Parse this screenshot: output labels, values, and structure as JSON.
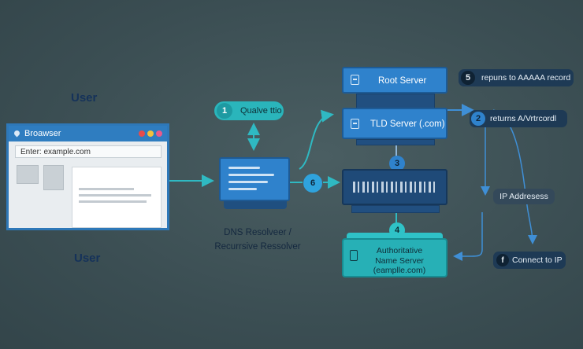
{
  "labels": {
    "user_top": "User",
    "user_bottom": "User"
  },
  "browser": {
    "title": "Broawser",
    "address": "Enter: example.com"
  },
  "steps": {
    "step1": {
      "number": "1",
      "label": "Qualve ttio"
    },
    "step2": {
      "number": "2",
      "label": "returns A/Vrtrcordl"
    },
    "step3": {
      "number": "3"
    },
    "step4": {
      "number": "4"
    },
    "step5": {
      "number": "5",
      "label": "repuns to AAAAA record"
    },
    "step6": {
      "number": "6"
    },
    "ip_address": "IP Addresess",
    "connect": {
      "icon_letter": "f",
      "label": "Connect to IP"
    }
  },
  "resolver": {
    "line1": "DNS Resolveer /",
    "line2": "Recurrsive Ressolver"
  },
  "servers": {
    "root": "Root Server",
    "tld": "TLD Server (.com)",
    "rack_code": "▐▌▐ ::▌▐▐▌ ▐▐▌▐",
    "auth_line1": "Authoritative",
    "auth_line2": "Name Server",
    "auth_line3": "(eamplle.com)"
  },
  "colors": {
    "background": "#3b4e53",
    "blue": "#2f82cc",
    "teal": "#27b0b6",
    "navy": "#1e3a55"
  }
}
